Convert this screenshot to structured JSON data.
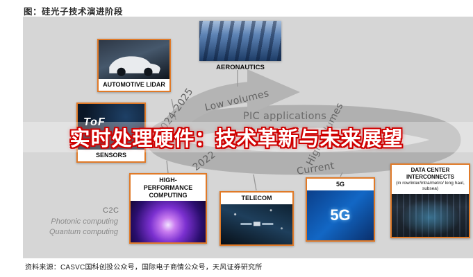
{
  "figure": {
    "title": "图：硅光子技术演进阶段",
    "source": "资料来源：CASVC国科创投公众号，国际电子商情公众号，天风证券研究所"
  },
  "overlay": {
    "headline": "实时处理硬件：技术革新与未来展望"
  },
  "timeline": {
    "period_future": "2024-2025",
    "volume_future": "Low volumes",
    "pic_label": "PIC applications",
    "period_current": "2022",
    "volume_current": "Current",
    "volume_right": "High volumes"
  },
  "nodes": {
    "automotive": {
      "label": "AUTOMOTIVE LIDAR"
    },
    "aeronautics": {
      "label": "AERONAUTICS"
    },
    "tof": {
      "image_text": "ToF",
      "label": "SENSORS"
    },
    "hpc": {
      "label": "HIGH-PERFORMANCE COMPUTING"
    },
    "telecom": {
      "label": "TELECOM"
    },
    "fiveg": {
      "label": "5G",
      "image_text": "5G"
    },
    "datacenter": {
      "label": "DATA CENTER INTERCONNECTS",
      "sublabel": "(in row/inter/intra/metro/ long haul, subsea)"
    }
  },
  "side_notes": {
    "c2c": "C2C",
    "note1": "Photonic computing",
    "note2": "Quantum computing"
  },
  "colors": {
    "node_border": "#e07a28",
    "banner_red": "#cf0000",
    "ribbon_gray": "#b0b0b0"
  }
}
